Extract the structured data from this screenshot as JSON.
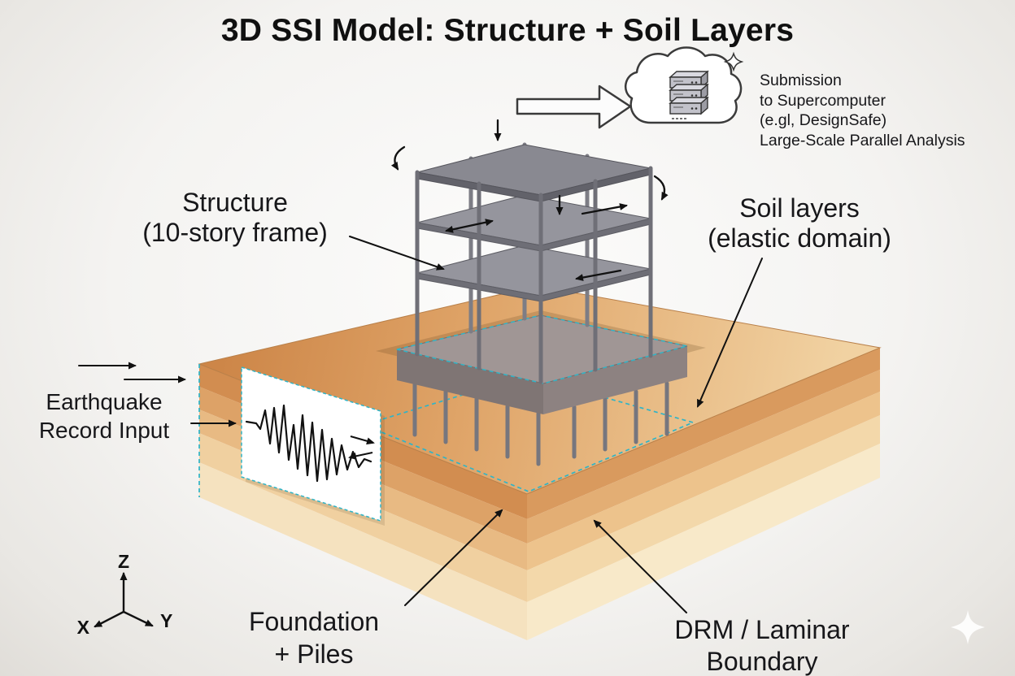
{
  "title": "3D SSI Model: Structure + Soil Layers",
  "annotations": {
    "structure": {
      "line1": "Structure",
      "line2": "(10-story frame)"
    },
    "soil_layers": {
      "line1": "Soil layers",
      "line2": "(elastic domain)"
    },
    "earthquake": {
      "line1": "Earthquake",
      "line2": "Record Input"
    },
    "foundation": {
      "line1": "Foundation",
      "line2": "+ Piles"
    },
    "drm_boundary": {
      "line1": "DRM / Laminar",
      "line2": "Boundary"
    },
    "supercomputer": {
      "line1": "Submission",
      "line2": "to Supercomputer",
      "line3": "(e.gl, DesignSafe)",
      "line4": "Large-Scale Parallel Analysis"
    }
  },
  "axis": {
    "x": "X",
    "y": "Y",
    "z": "Z"
  },
  "icons": {
    "cloud": "cloud-icon",
    "servers": "server-stack-icon",
    "sparkle": "sparkle-icon",
    "block_arrow": "block-arrow-icon",
    "seismograph": "seismograph-icon",
    "axis_triad": "axis-triad-icon"
  },
  "colors": {
    "accent_teal": "#2fb4c7",
    "structure_gray": "#8f8f97",
    "foundation_gray": "#9e9494",
    "soil_layers_left": [
      "#d28d50",
      "#dda267",
      "#e8ba83",
      "#f0d0a0",
      "#f5e2bf"
    ],
    "soil_layers_right": [
      "#d99a5e",
      "#e3ae74",
      "#edc38c",
      "#f3d8aa",
      "#f8e9c9"
    ]
  }
}
